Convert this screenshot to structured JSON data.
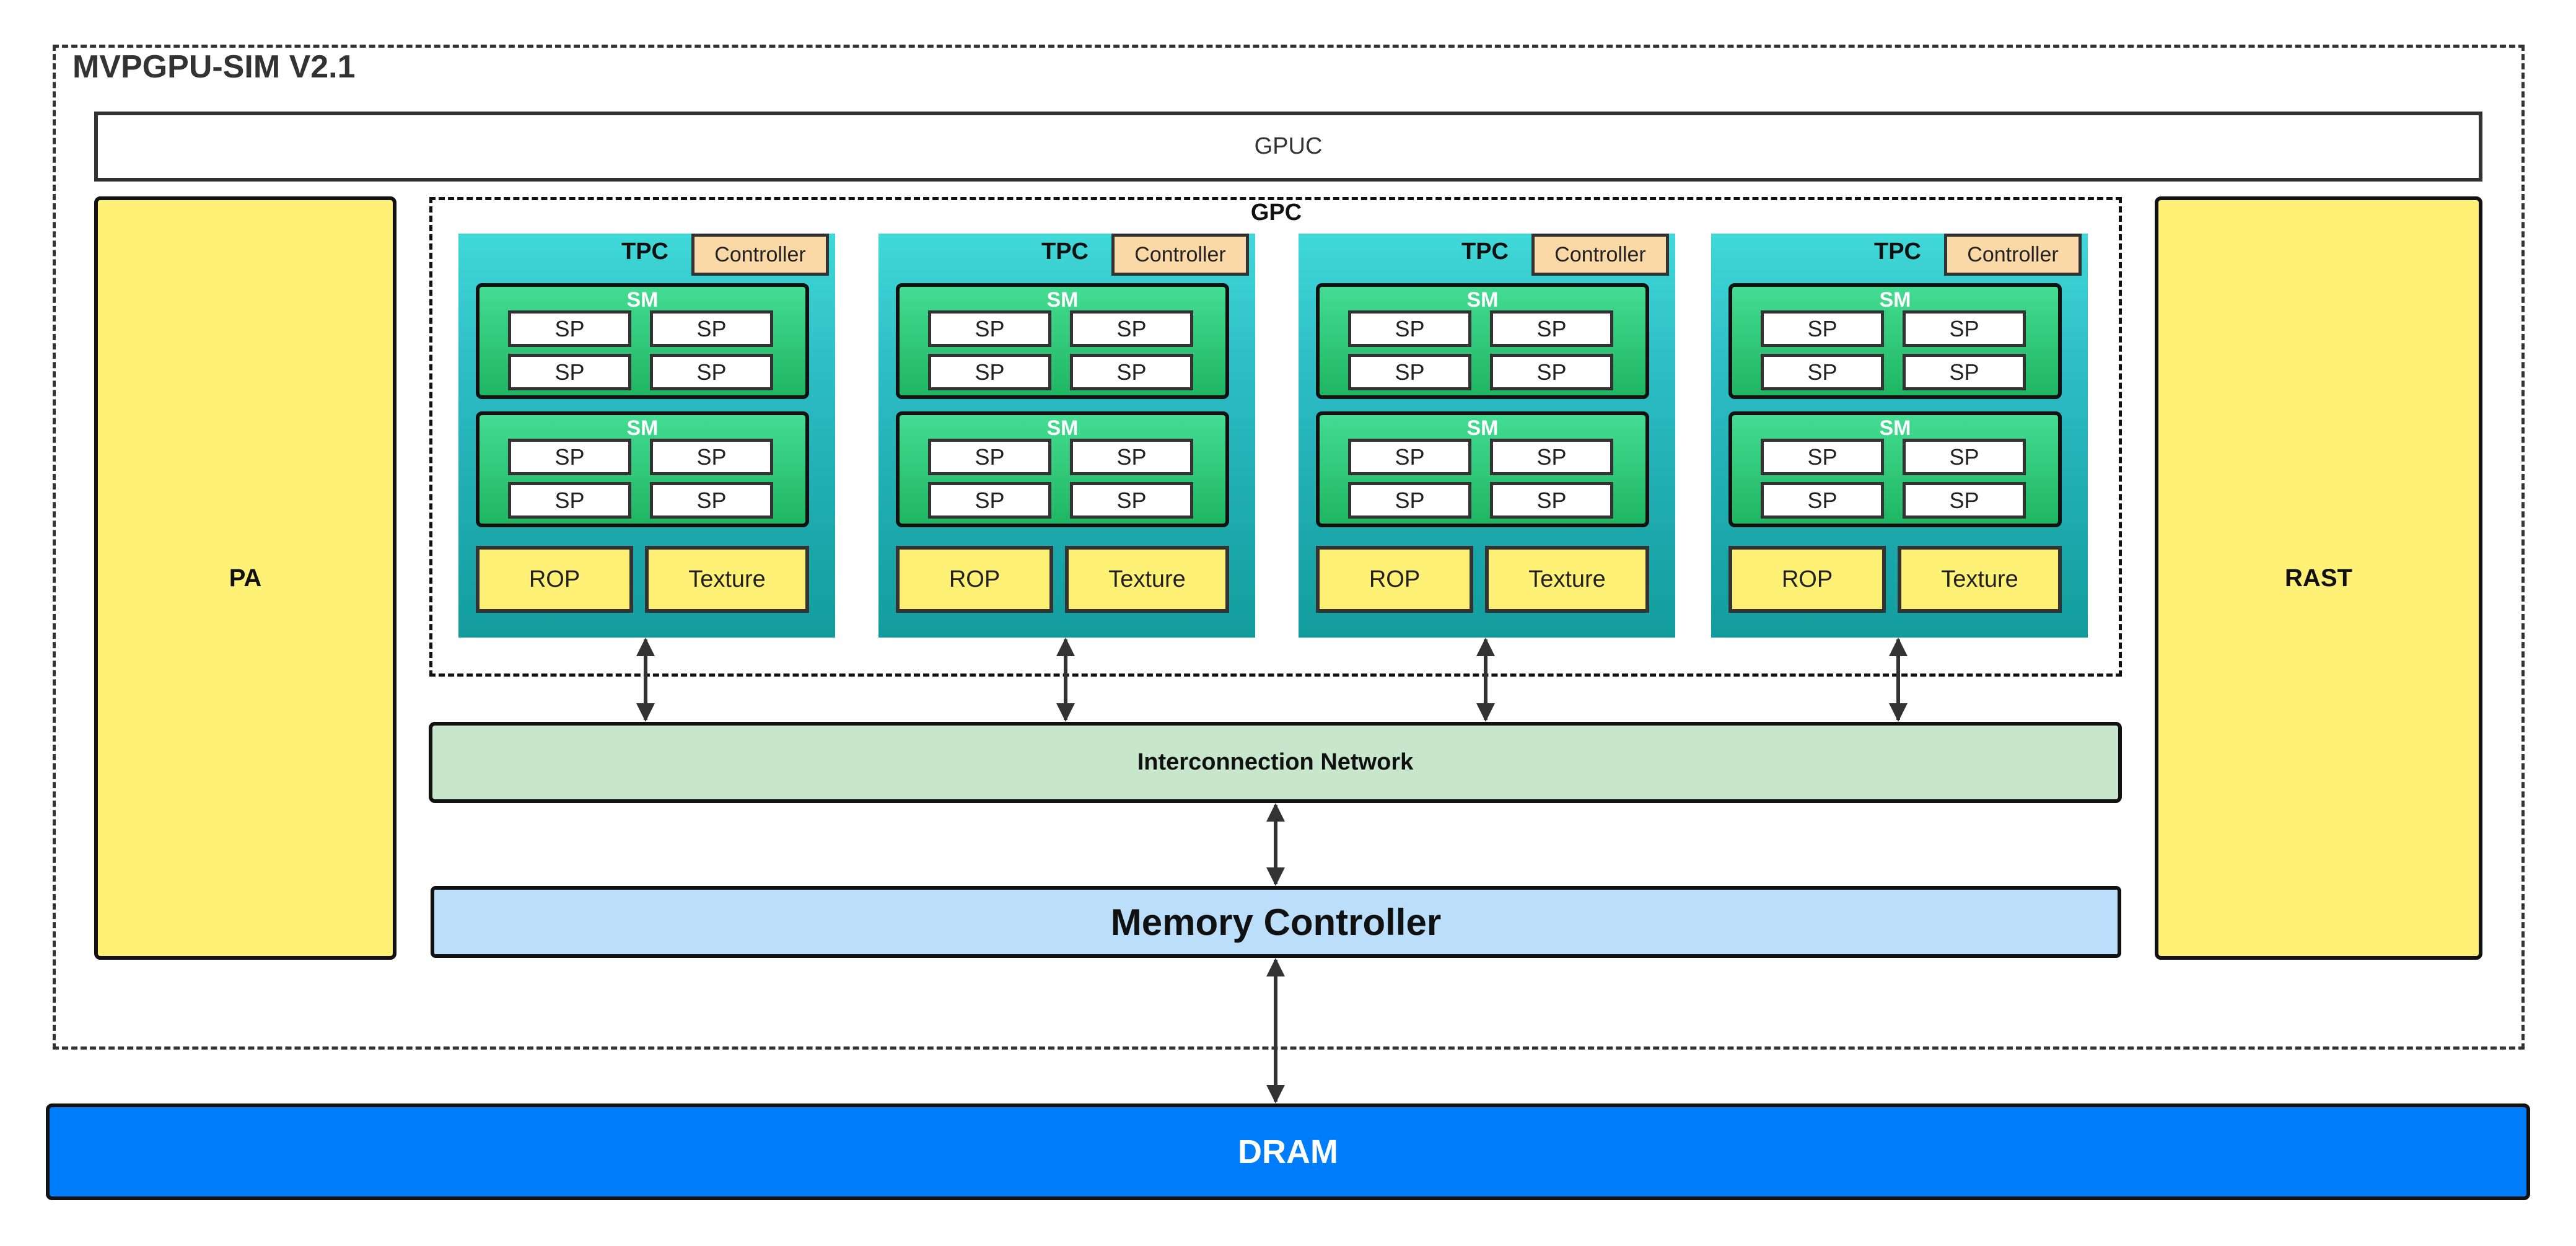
{
  "title": "MVPGPU-SIM V2.1",
  "gpuc": "GPUC",
  "pa": "PA",
  "rast": "RAST",
  "gpc": "GPC",
  "tpcs": [
    {
      "label": "TPC",
      "controller": "Controller",
      "sms": [
        {
          "label": "SM",
          "sps": [
            "SP",
            "SP",
            "SP",
            "SP"
          ]
        },
        {
          "label": "SM",
          "sps": [
            "SP",
            "SP",
            "SP",
            "SP"
          ]
        }
      ],
      "rop": "ROP",
      "texture": "Texture"
    },
    {
      "label": "TPC",
      "controller": "Controller",
      "sms": [
        {
          "label": "SM",
          "sps": [
            "SP",
            "SP",
            "SP",
            "SP"
          ]
        },
        {
          "label": "SM",
          "sps": [
            "SP",
            "SP",
            "SP",
            "SP"
          ]
        }
      ],
      "rop": "ROP",
      "texture": "Texture"
    },
    {
      "label": "TPC",
      "controller": "Controller",
      "sms": [
        {
          "label": "SM",
          "sps": [
            "SP",
            "SP",
            "SP",
            "SP"
          ]
        },
        {
          "label": "SM",
          "sps": [
            "SP",
            "SP",
            "SP",
            "SP"
          ]
        }
      ],
      "rop": "ROP",
      "texture": "Texture"
    },
    {
      "label": "TPC",
      "controller": "Controller",
      "sms": [
        {
          "label": "SM",
          "sps": [
            "SP",
            "SP",
            "SP",
            "SP"
          ]
        },
        {
          "label": "SM",
          "sps": [
            "SP",
            "SP",
            "SP",
            "SP"
          ]
        }
      ],
      "rop": "ROP",
      "texture": "Texture"
    }
  ],
  "interconnect": "Interconnection Network",
  "memory_controller": "Memory Controller",
  "dram": "DRAM",
  "colors": {
    "yellow_block": "#fff176",
    "controller": "#fbd9a6",
    "tpc_gradient": "#2cbcc4",
    "sm_gradient": "#1fb662",
    "interconnect": "#c8e6cb",
    "memory_controller": "#bbdefa",
    "dram": "#007dfb"
  }
}
